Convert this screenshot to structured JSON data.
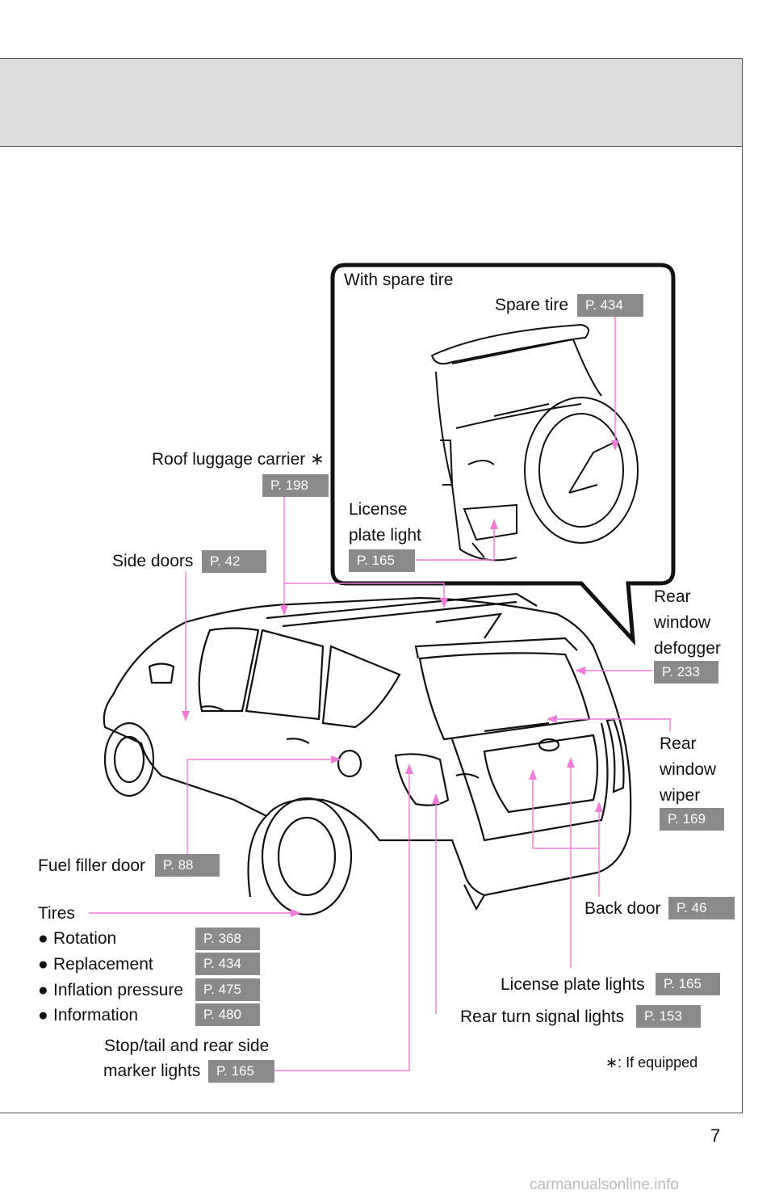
{
  "inset": {
    "title": "With spare tire",
    "spare_tire": {
      "label": "Spare tire",
      "page": "P. 434"
    },
    "license_plate_light": {
      "label_line1": "License",
      "label_line2": "plate light",
      "page": "P. 165"
    }
  },
  "callouts": {
    "roof_luggage_carrier": {
      "label": "Roof luggage carrier ∗",
      "page": "P. 198"
    },
    "side_doors": {
      "label": "Side doors",
      "page": "P. 42"
    },
    "rear_window_defogger": {
      "line1": "Rear",
      "line2": "window",
      "line3": "defogger",
      "page": "P. 233"
    },
    "rear_window_wiper": {
      "line1": "Rear",
      "line2": "window",
      "line3": "wiper",
      "page": "P. 169"
    },
    "fuel_filler_door": {
      "label": "Fuel filler door",
      "page": "P. 88"
    },
    "back_door": {
      "label": "Back door",
      "page": "P. 46"
    },
    "license_plate_lights": {
      "label": "License plate lights",
      "page": "P. 165"
    },
    "rear_turn_signal_lights": {
      "label": "Rear turn signal lights",
      "page": "P. 153"
    },
    "stop_tail_lights": {
      "line1": "Stop/tail and rear side",
      "line2": "marker lights",
      "page": "P. 165"
    }
  },
  "tires": {
    "title": "Tires",
    "items": [
      {
        "bullet": "●",
        "label": "Rotation",
        "page": "P. 368"
      },
      {
        "bullet": "●",
        "label": "Replacement",
        "page": "P. 434"
      },
      {
        "bullet": "●",
        "label": "Inflation pressure",
        "page": "P. 475"
      },
      {
        "bullet": "●",
        "label": "Information",
        "page": "P. 480"
      }
    ]
  },
  "footnote": "∗: If equipped",
  "page_number": "7",
  "watermark": "carmanualsonline.info",
  "colors": {
    "leader": "#f07ad8",
    "page_badge": "#8a8a8a",
    "header_band": "#dcdcdc"
  }
}
